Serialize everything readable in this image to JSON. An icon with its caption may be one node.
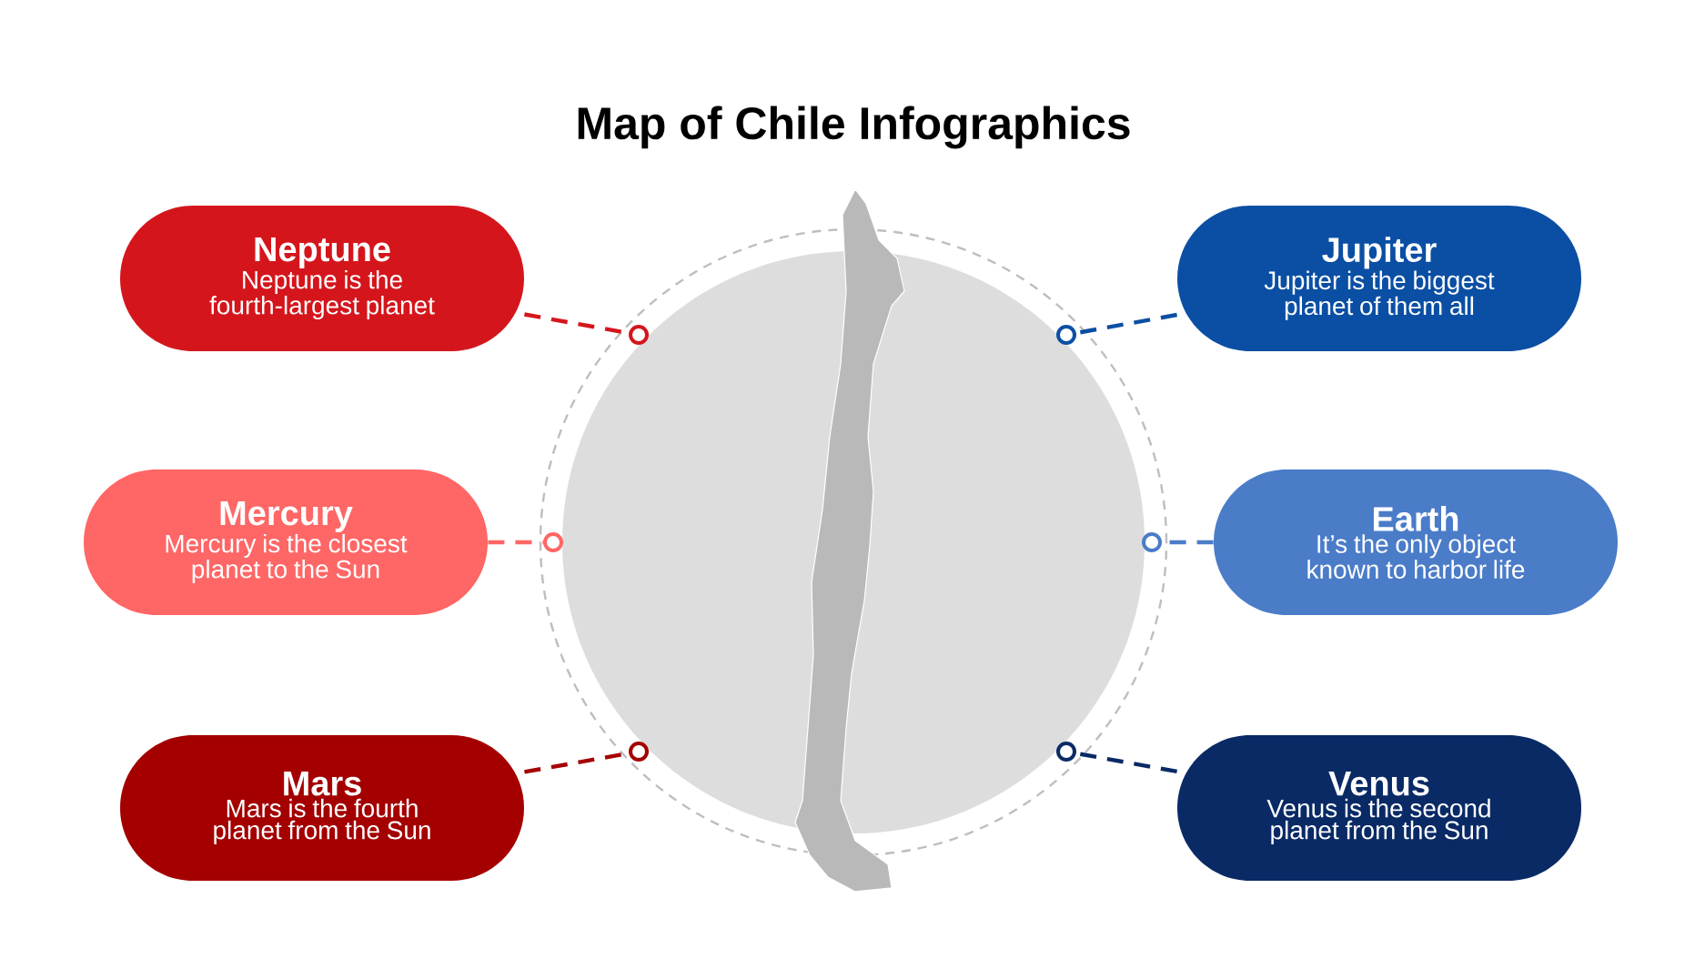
{
  "diagram": {
    "title": "Map of Chile Infographics",
    "nodes": [
      {
        "text": [
          "Neptune",
          "Neptune is the fourth-largest planet"
        ]
      },
      {
        "text": [
          "Jupiter",
          "Jupiter is the biggest planet of them all"
        ]
      },
      {
        "text": [
          "Mercury",
          "Mercury is the closest planet to the Sun"
        ]
      },
      {
        "text": [
          "Earth",
          "It’s the only object known to harbor life"
        ]
      },
      {
        "text": [
          "Mars",
          "Mars is the fourth planet from the Sun"
        ]
      },
      {
        "text": [
          "Venus",
          "Venus is the second planet from the Sun"
        ]
      },
      {
        "text": [],
        "shape": "circle"
      },
      {
        "text": [],
        "shape": "circle"
      },
      {
        "text": [],
        "shape": "circle"
      },
      {
        "text": [],
        "shape": "circle"
      },
      {
        "text": [],
        "shape": "circle"
      },
      {
        "text": [],
        "shape": "circle"
      }
    ],
    "edges": [
      {
        "from": 0,
        "to": 6,
        "arrow": "none",
        "style": "dashed",
        "color": "#d4161c"
      },
      {
        "from": 1,
        "to": 7,
        "arrow": "none",
        "style": "dashed",
        "color": "#0b4fa4"
      },
      {
        "from": 2,
        "to": 8,
        "arrow": "none",
        "style": "dashed",
        "color": "#ff6666"
      },
      {
        "from": 3,
        "to": 9,
        "arrow": "none",
        "style": "dashed",
        "color": "#4a7cc8"
      },
      {
        "from": 4,
        "to": 10,
        "arrow": "none",
        "style": "dashed",
        "color": "#a40000"
      },
      {
        "from": 5,
        "to": 11,
        "arrow": "none",
        "style": "dashed",
        "color": "#0a2a66"
      }
    ]
  }
}
